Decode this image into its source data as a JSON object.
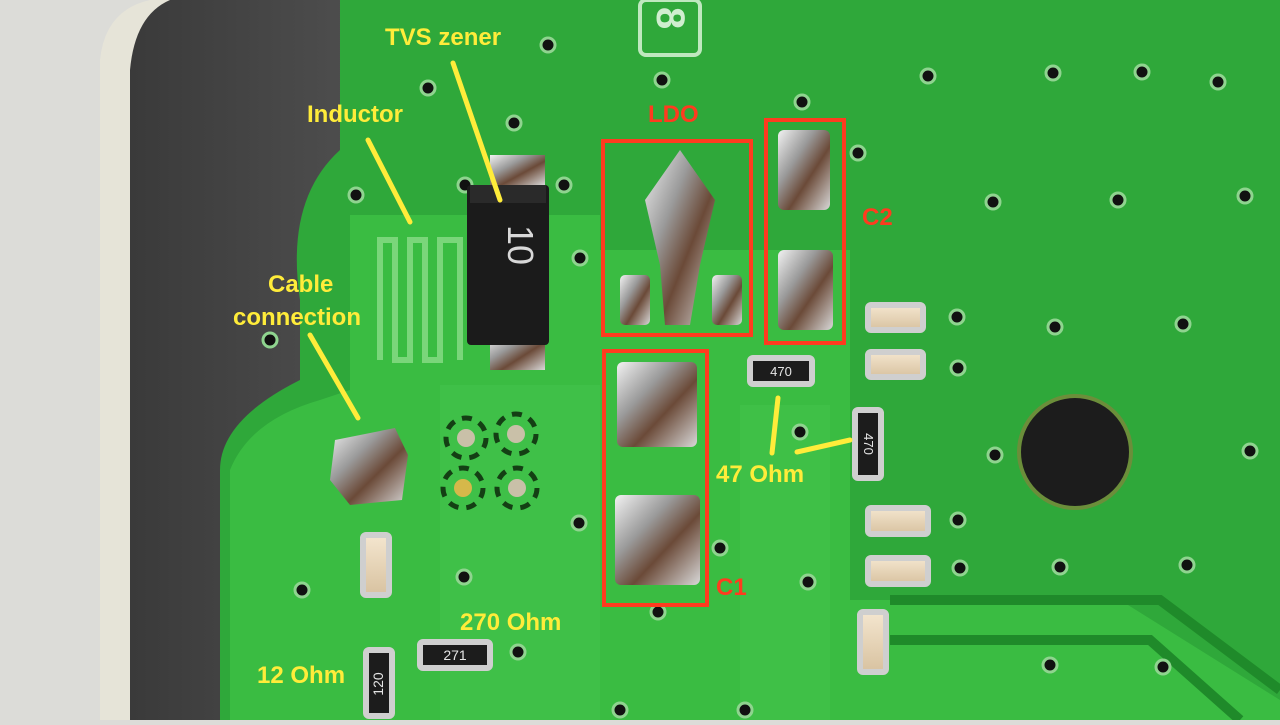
{
  "annotations": {
    "tvs": "TVS zener",
    "inductor": "Inductor",
    "cable_line1": "Cable",
    "cable_line2": "connection",
    "r270": "270 Ohm",
    "r12": "12 Ohm",
    "r47": "47 Ohm",
    "ldo": "LDO",
    "c2": "C2",
    "c1": "C1"
  },
  "component_markings": {
    "diode": "10",
    "res47a": "470",
    "res47b": "470",
    "res270": "271",
    "res12": "120",
    "silk": "8"
  },
  "colors": {
    "label_yellow": "#ffec3a",
    "label_red": "#ff3b1f",
    "board_green": "#2fa83a"
  }
}
